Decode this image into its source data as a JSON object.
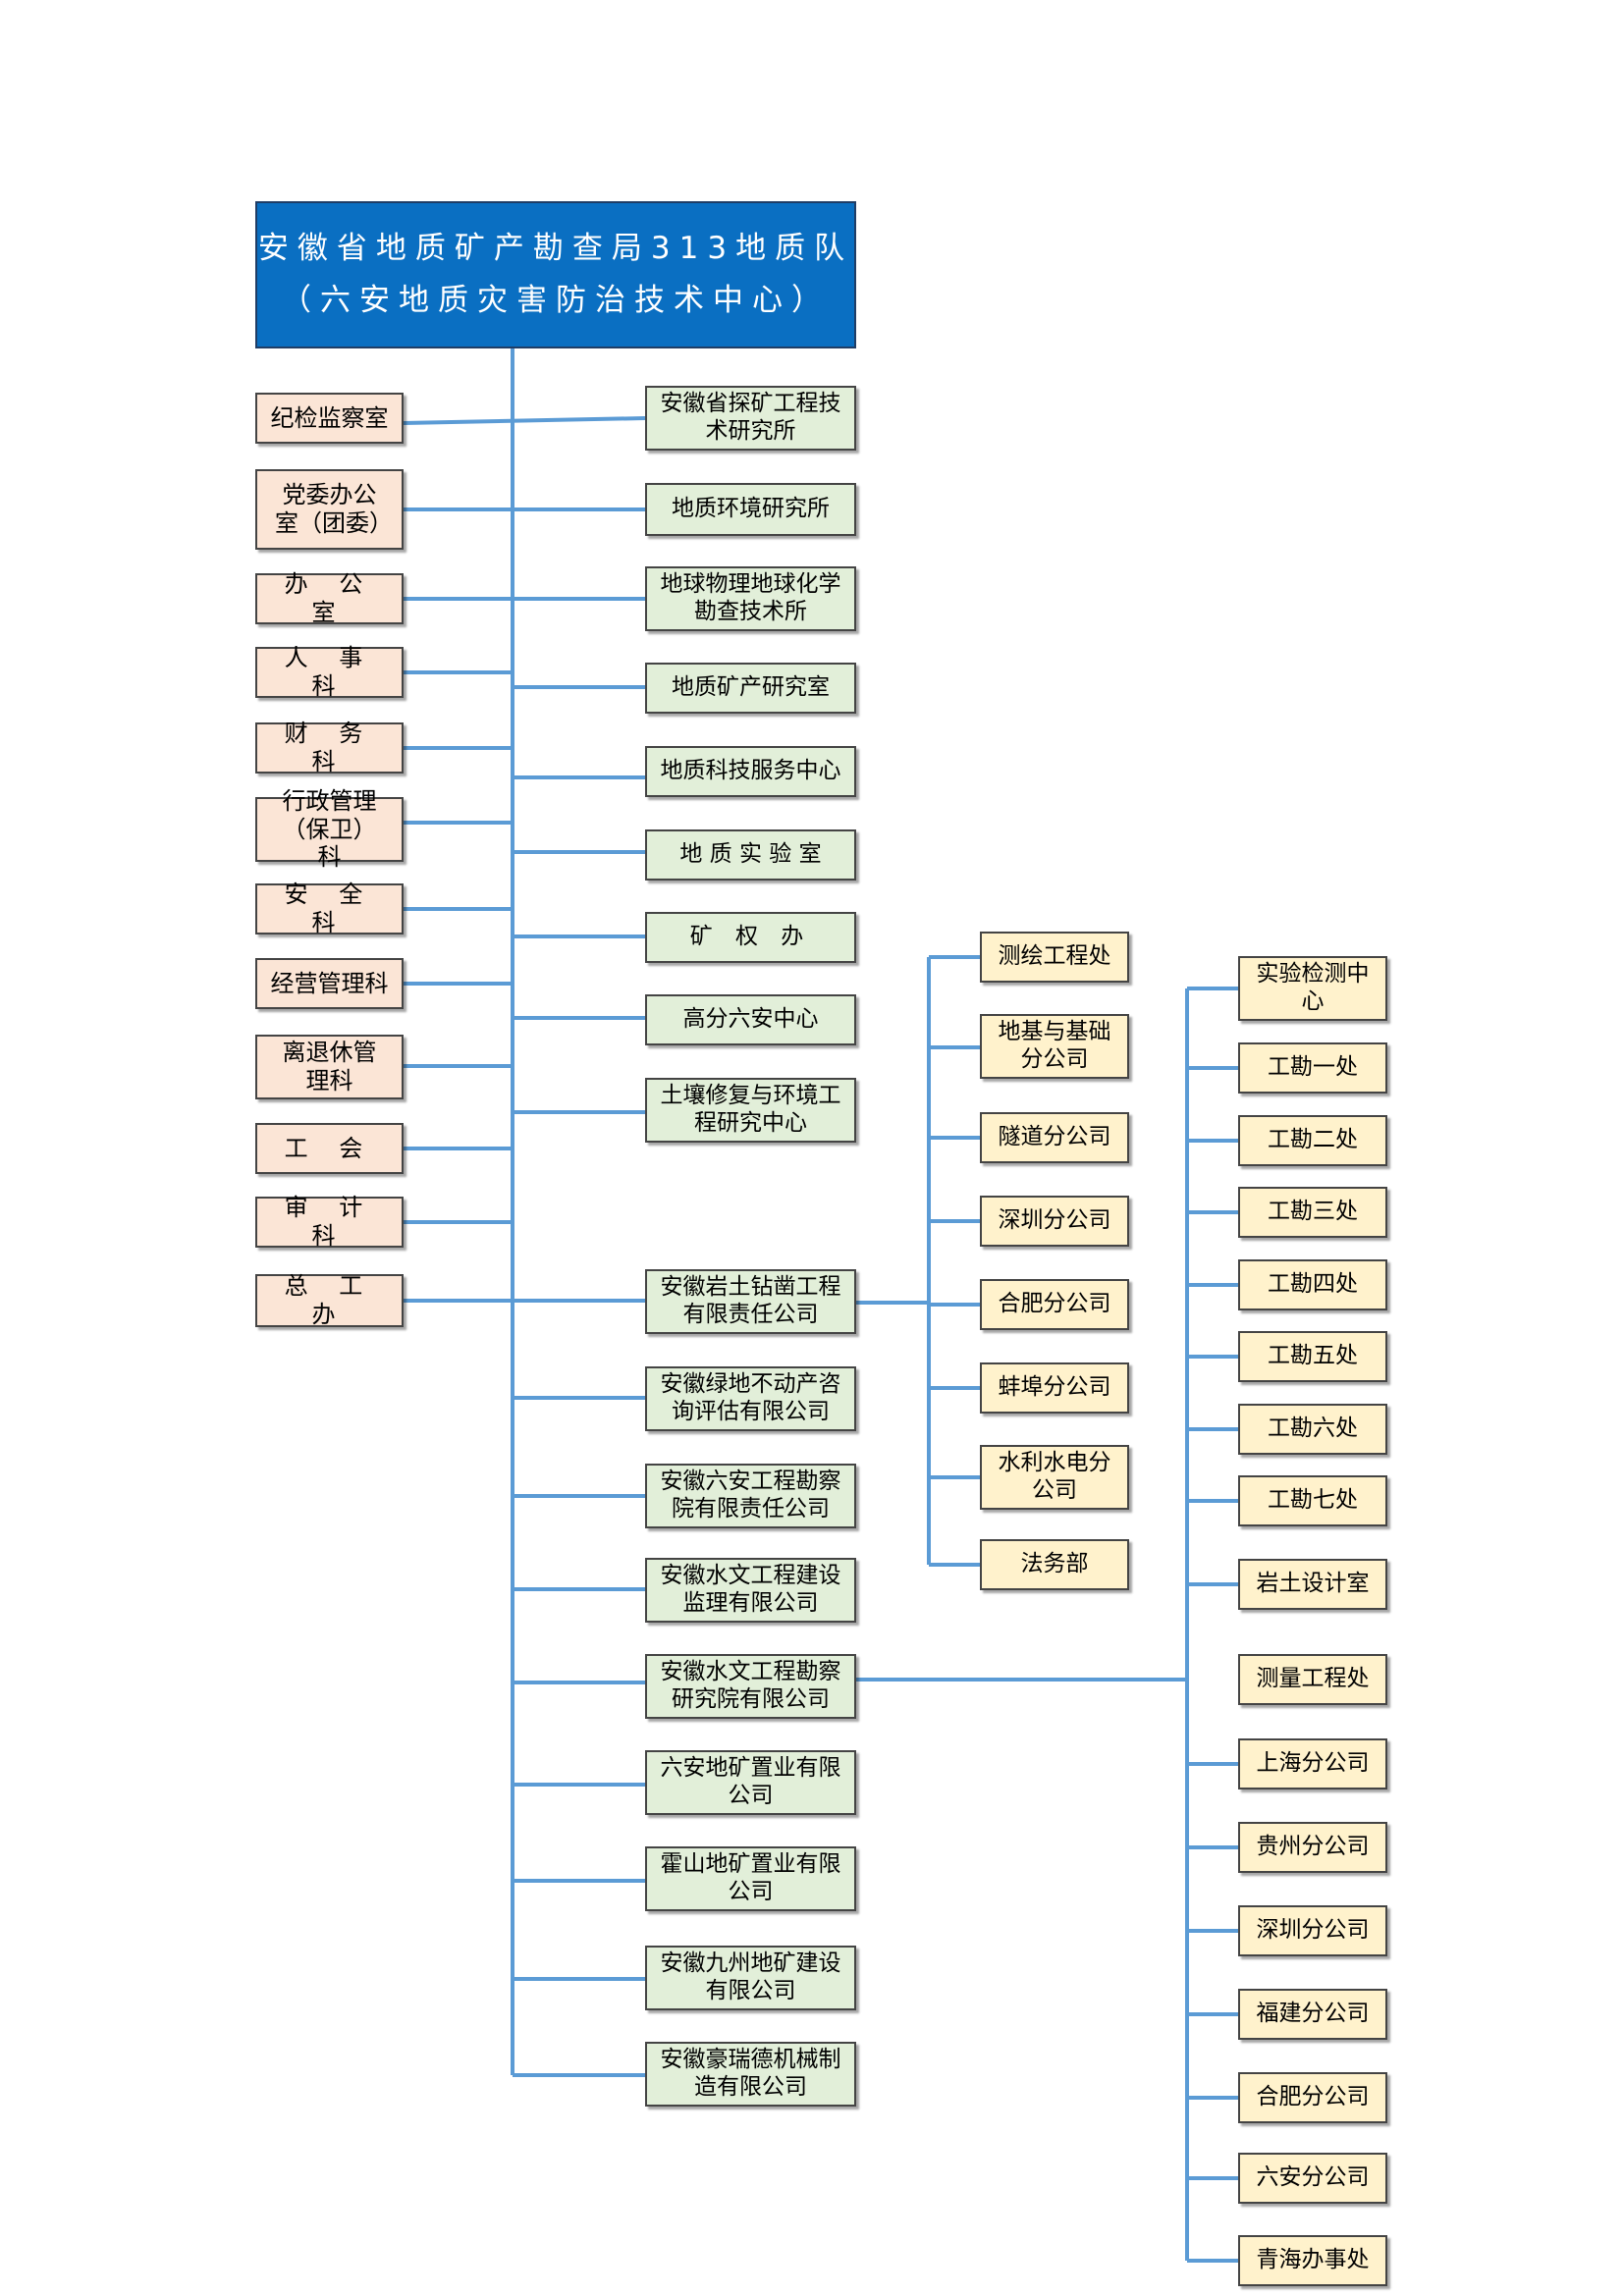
{
  "root": {
    "line1": "安徽省地质矿产勘查局313地质队",
    "line2": "（六安地质灾害防治技术中心）"
  },
  "departments": [
    "纪检监察室",
    "党委办公室（团委）",
    "办 公 室",
    "人 事 科",
    "财 务 科",
    "行政管理（保卫）科",
    "安 全 科",
    "经营管理科",
    "离退休管理科",
    "工 会",
    "审 计 科",
    "总 工 办"
  ],
  "units": [
    "安徽省探矿工程技术研究所",
    "地质环境研究所",
    "地球物理地球化学勘查技术所",
    "地质矿产研究室",
    "地质科技服务中心",
    "地 质 实 验 室",
    "矿 权 办",
    "高分六安中心",
    "土壤修复与环境工程研究中心",
    "安徽岩土钻凿工程有限责任公司",
    "安徽绿地不动产咨询评估有限公司",
    "安徽六安工程勘察院有限责任公司",
    "安徽水文工程建设监理有限公司",
    "安徽水文工程勘察研究院有限公司",
    "六安地矿置业有限公司",
    "霍山地矿置业有限公司",
    "安徽九州地矿建设有限公司",
    "安徽豪瑞德机械制造有限公司"
  ],
  "drilling_branches": [
    "测绘工程处",
    "地基与基础分公司",
    "隧道分公司",
    "深圳分公司",
    "合肥分公司",
    "蚌埠分公司",
    "水利水电分公司",
    "法务部"
  ],
  "survey_branches": [
    "实验检测中心",
    "工勘一处",
    "工勘二处",
    "工勘三处",
    "工勘四处",
    "工勘五处",
    "工勘六处",
    "工勘七处",
    "岩土设计室",
    "测量工程处",
    "上海分公司",
    "贵州分公司",
    "深圳分公司",
    "福建分公司",
    "合肥分公司",
    "六安分公司",
    "青海办事处"
  ],
  "colors": {
    "root_fill": "#0a6fc2",
    "department_fill": "#fbe5d6",
    "unit_fill": "#e2efd9",
    "branch_fill": "#fff2cc",
    "connector": "#5b9bd5"
  }
}
